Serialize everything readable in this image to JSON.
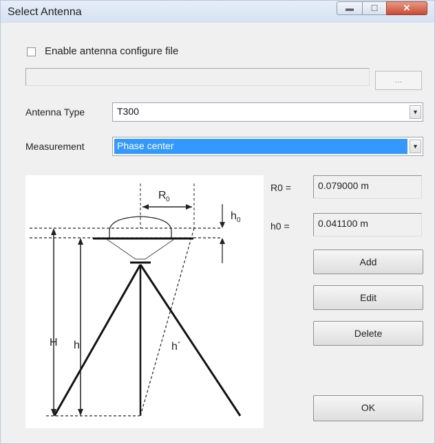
{
  "window": {
    "title": "Select Antenna"
  },
  "config_file": {
    "checkbox_label": "Enable antenna configure file",
    "checked": false,
    "path_value": "",
    "browse_label": "..."
  },
  "antenna_type": {
    "label": "Antenna Type",
    "value": "T300"
  },
  "measurement": {
    "label": "Measurement",
    "value": "Phase center"
  },
  "readouts": {
    "r0_label": "R0 =",
    "r0_value": "0.079000 m",
    "h0_label": "h0 =",
    "h0_value": "0.041100 m"
  },
  "buttons": {
    "add": "Add",
    "edit": "Edit",
    "delete": "Delete",
    "ok": "OK"
  },
  "diagram": {
    "r0": "R",
    "r0_sub": "0",
    "h0": "h",
    "h0_sub": "0",
    "H": "H",
    "h": "h",
    "h_prime": "h´"
  }
}
